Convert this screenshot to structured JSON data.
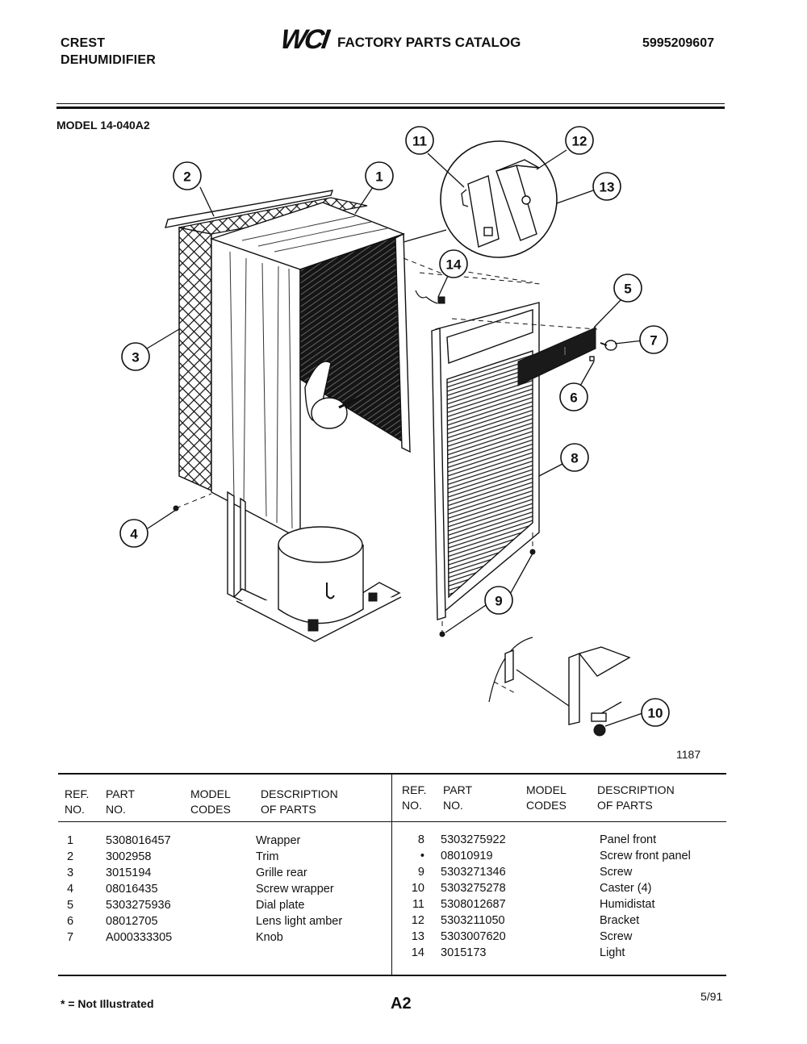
{
  "header": {
    "brand_line1": "CREST",
    "brand_line2": "DEHUMIDIFIER",
    "logo_text": "WCI",
    "catalog_title": "FACTORY PARTS CATALOG",
    "catalog_number": "5995209607"
  },
  "model_label": "MODEL 14-040A2",
  "diagram": {
    "drawing_number": "1187",
    "callouts": [
      "1",
      "2",
      "3",
      "4",
      "5",
      "6",
      "7",
      "8",
      "9",
      "10",
      "11",
      "12",
      "13",
      "14"
    ]
  },
  "table": {
    "headers": {
      "ref_line1": "REF.",
      "ref_line2": "NO.",
      "part_line1": "PART",
      "part_line2": "NO.",
      "model_line1": "MODEL",
      "model_line2": "CODES",
      "desc_line1": "DESCRIPTION",
      "desc_line2": "OF PARTS"
    },
    "left_rows": [
      {
        "ref": "1",
        "part": "5308016457",
        "model": "",
        "desc": "Wrapper"
      },
      {
        "ref": "2",
        "part": "3002958",
        "model": "",
        "desc": "Trim"
      },
      {
        "ref": "3",
        "part": "3015194",
        "model": "",
        "desc": "Grille rear"
      },
      {
        "ref": "4",
        "part": "08016435",
        "model": "",
        "desc": "Screw wrapper"
      },
      {
        "ref": "5",
        "part": "5303275936",
        "model": "",
        "desc": "Dial plate"
      },
      {
        "ref": "6",
        "part": "08012705",
        "model": "",
        "desc": "Lens light amber"
      },
      {
        "ref": "7",
        "part": "A000333305",
        "model": "",
        "desc": "Knob"
      }
    ],
    "right_rows": [
      {
        "ref": "8",
        "part": "5303275922",
        "model": "",
        "desc": "Panel front"
      },
      {
        "ref": "•",
        "part": "08010919",
        "model": "",
        "desc": "Screw front panel"
      },
      {
        "ref": "9",
        "part": "5303271346",
        "model": "",
        "desc": "Screw"
      },
      {
        "ref": "10",
        "part": "5303275278",
        "model": "",
        "desc": "Caster (4)"
      },
      {
        "ref": "11",
        "part": "5308012687",
        "model": "",
        "desc": "Humidistat"
      },
      {
        "ref": "12",
        "part": "5303211050",
        "model": "",
        "desc": "Bracket"
      },
      {
        "ref": "13",
        "part": "5303007620",
        "model": "",
        "desc": "Screw"
      },
      {
        "ref": "14",
        "part": "3015173",
        "model": "",
        "desc": "Light"
      }
    ]
  },
  "footer": {
    "footnote": "* = Not Illustrated",
    "page": "A2",
    "date": "5/91"
  }
}
